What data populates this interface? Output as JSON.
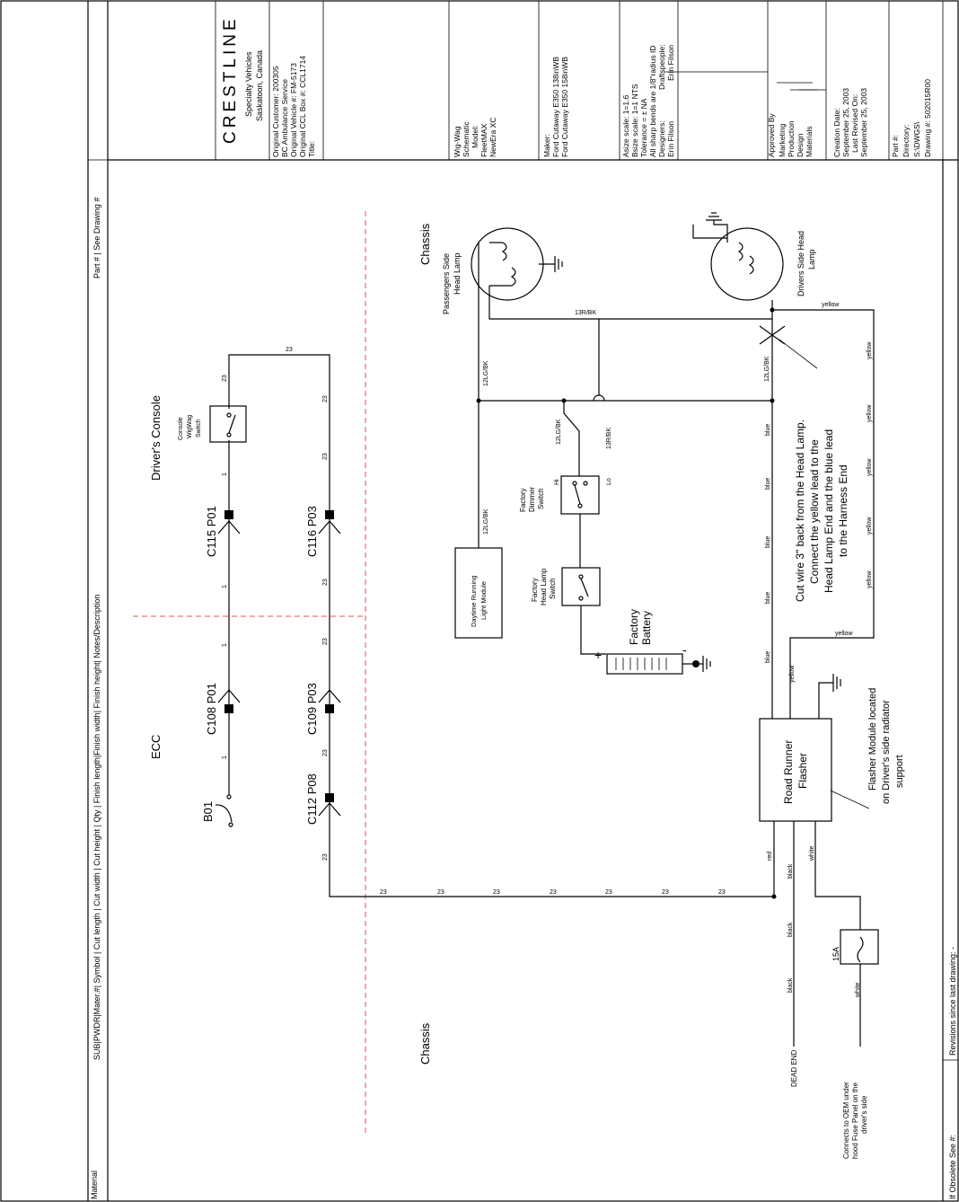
{
  "title_block": {
    "brand": "CRESTLINE",
    "company_sub1": "Specialty Vehicles",
    "company_sub2": "Saskatoon, Canada",
    "original_customer": "Original Customer: 200305",
    "customer_name": "BC Ambulance Service",
    "original_vehicle": "Original Vehicle #: FM-5173",
    "original_ccl": "Original CCL Box #: CCL1714",
    "title_label": "Title:",
    "title_lines": [
      "Wig-Wag",
      "Schematic"
    ],
    "model_label": "Model:",
    "model_lines": [
      "FleetMAX",
      "NewEra XC"
    ],
    "maker_label": "Maker:",
    "maker_lines": [
      "Ford Cutaway E350 138inWB",
      "Ford Cutaway E350 158inWB"
    ],
    "asize": "Asize scale: 1=1.6",
    "bsize": "Bsize scale: 1=1   NTS",
    "tolerance": "Tolerance = ± NA",
    "bends": "All sharp bends are 1/8\"radius ID",
    "designers_label": "Designers:",
    "designer": "Erin Filson",
    "draftspeople_label": "Draftspeople:",
    "draftsperson": "Erin Filson",
    "approved_by": "Approved By",
    "approvers": [
      "Marketing",
      "Production",
      "Design",
      "Materials"
    ],
    "creation_date": "Creation Date:",
    "creation_value": "September 25, 2003",
    "last_revised": "Last Revised On:",
    "last_revised_value": "September 25, 2003",
    "part_no": "Part #:",
    "directory": "Directory:",
    "directory_value": "S:\\DWGS\\",
    "drawing_no": "Drawing #: 502015R00"
  },
  "parts_table": {
    "header": "SUB|PWDR|Mater.#| Symbol | Cut length | Cut width | Cut height | Qty | Finish length|Finish width| Finish height| Notes/Description",
    "right_header": "Part #  |  See Drawing #",
    "material": "Material"
  },
  "footer": {
    "obsolete": "If Obsolete See #:",
    "revisions": "Revisions since last drawing: -"
  },
  "regions": {
    "drivers_console": "Driver's Console",
    "ecc": "ECC",
    "chassis_top": "Chassis",
    "chassis_bottom": "Chassis"
  },
  "components": {
    "console_switch": [
      "Console",
      "WigWag",
      "Switch"
    ],
    "pass_lamp": [
      "Passengers Side",
      "Head Lamp"
    ],
    "drv_lamp": [
      "Drivers Side Head",
      "Lamp"
    ],
    "drl": [
      "Daytime Running",
      "Light Module"
    ],
    "dimmer": [
      "Factory",
      "Dimmer",
      "Switch"
    ],
    "head_sw": [
      "Factory",
      "Head Lamp",
      "Switch"
    ],
    "battery": [
      "Factory",
      "Battery"
    ],
    "flasher": [
      "Road Runner",
      "Flasher"
    ],
    "flasher_note": [
      "Flasher Module located",
      "on Driver's side radiator",
      "support"
    ],
    "cut_note": [
      "Cut wire 3\" back from the Head Lamp.",
      "Connect the yellow lead to the",
      "Head Lamp End and the blue lead",
      "to the Harness End"
    ],
    "fuse": "15A",
    "dead_end": "DEAD END",
    "oem_note": [
      "Connects to OEM under",
      "hood Fuse Panel on the",
      "driver's side"
    ],
    "b01": "B01"
  },
  "connectors": [
    "C115 P01",
    "C116 P03",
    "C108 P01",
    "C109 P03",
    "C112 P08"
  ],
  "wire_labels": {
    "w23": "23",
    "one": "1",
    "hi": "Hi",
    "lo": "Lo",
    "w12lgbk": "12LG/BK",
    "w13rbk": "13R/BK",
    "yellow": "yellow",
    "blue": "blue",
    "red": "red",
    "black": "black",
    "white": "white",
    "plus": "+",
    "minus": "-"
  }
}
